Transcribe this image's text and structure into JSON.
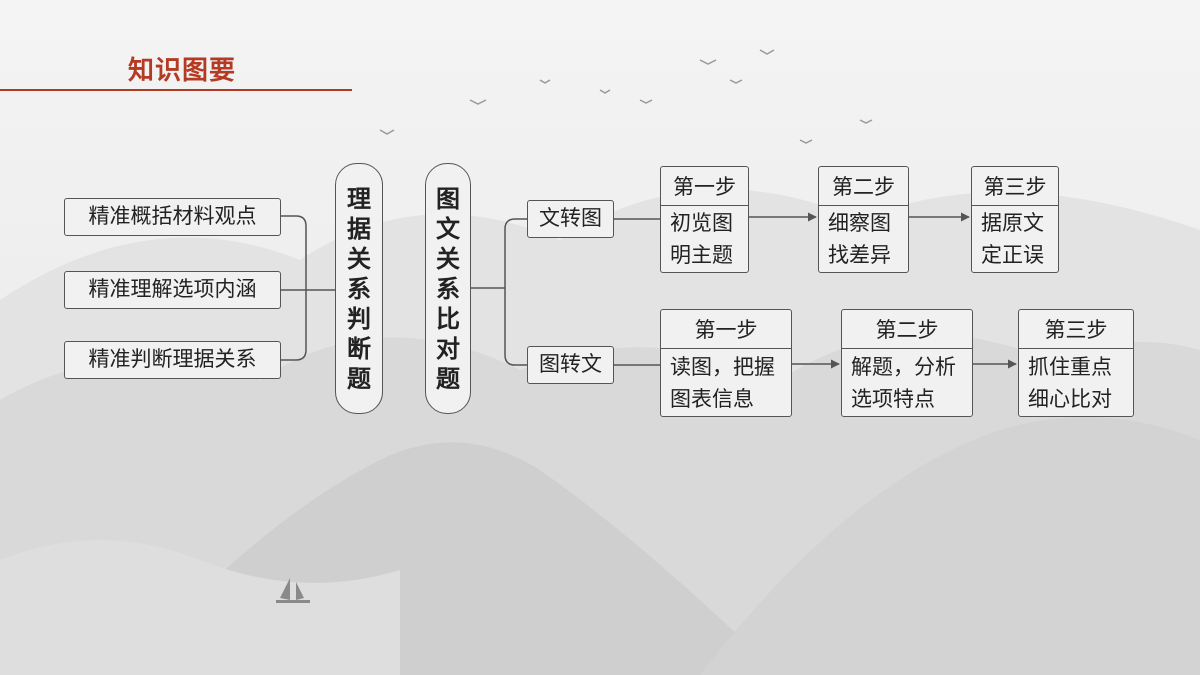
{
  "title": "知识图要",
  "left_items": [
    "精准概括材料观点",
    "精准理解选项内涵",
    "精准判断理据关系"
  ],
  "pill_left": [
    "理",
    "据",
    "关",
    "系",
    "判",
    "断",
    "题"
  ],
  "pill_right": [
    "图",
    "文",
    "关",
    "系",
    "比",
    "对",
    "题"
  ],
  "branches": [
    {
      "label": "文转图",
      "steps": [
        {
          "head": "第一步",
          "lines": [
            "初览图",
            "明主题"
          ]
        },
        {
          "head": "第二步",
          "lines": [
            "细察图",
            "找差异"
          ]
        },
        {
          "head": "第三步",
          "lines": [
            "据原文",
            "定正误"
          ]
        }
      ]
    },
    {
      "label": "图转文",
      "steps": [
        {
          "head": "第一步",
          "lines": [
            "读图，把握",
            "图表信息"
          ]
        },
        {
          "head": "第二步",
          "lines": [
            "解题，分析",
            "选项特点"
          ]
        },
        {
          "head": "第三步",
          "lines": [
            "抓住重点",
            "细心比对"
          ]
        }
      ]
    }
  ],
  "colors": {
    "accent": "#b53a23",
    "line": "#555555",
    "box_fill": "#f1f1f1"
  }
}
